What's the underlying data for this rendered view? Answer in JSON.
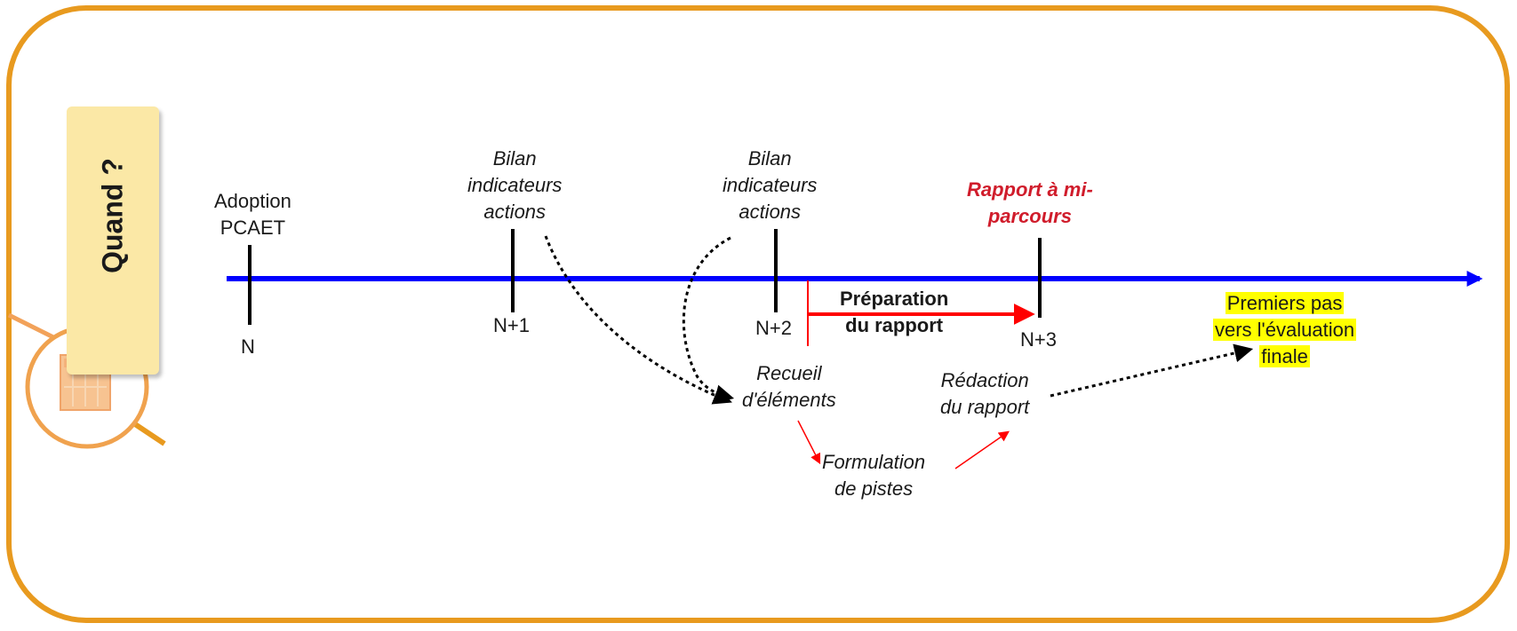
{
  "side_tab": {
    "label": "Quand ?",
    "icon": "magnifier-calendar-icon"
  },
  "timeline": {
    "milestones": [
      {
        "tick": "N",
        "above": "Adoption\nPCAET"
      },
      {
        "tick": "N+1",
        "above": "Bilan\nindicateurs\nactions"
      },
      {
        "tick": "N+2",
        "above": "Bilan\nindicateurs\nactions"
      },
      {
        "tick": "N+3",
        "above": "Rapport à mi-\nparcours"
      }
    ],
    "preparation": "Préparation\ndu rapport"
  },
  "steps": {
    "recueil": "Recueil\nd'éléments",
    "formulation": "Formulation\nde pistes",
    "redaction": "Rédaction\ndu rapport",
    "premiers_pas": [
      "Premiers pas",
      "vers l'évaluation",
      "finale"
    ]
  },
  "colors": {
    "frame": "#e89a1f",
    "timeline": "#0000ff",
    "highlight": "#d01c2b",
    "tab": "#fbe8a6",
    "marker": "#ffff00"
  }
}
